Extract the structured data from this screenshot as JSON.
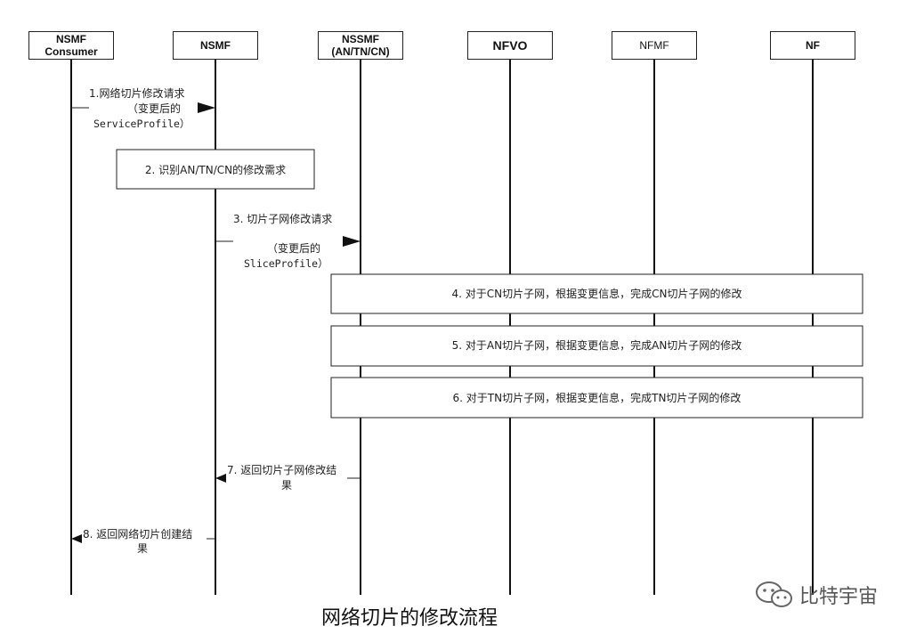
{
  "participants": [
    {
      "line1": "NSMF",
      "line2": "Consumer"
    },
    {
      "line1": "NSMF",
      "line2": ""
    },
    {
      "line1": "NSSMF",
      "line2": "(AN/TN/CN)"
    },
    {
      "line1": "NFVO",
      "line2": ""
    },
    {
      "line1": "NFMF",
      "line2": ""
    },
    {
      "line1": "NF",
      "line2": ""
    }
  ],
  "steps": {
    "s1": {
      "line1": "1.网络切片修改请求",
      "line2": "（变更后的",
      "line3": "ServiceProfile）"
    },
    "s2": {
      "text": "2. 识别AN/TN/CN的修改需求"
    },
    "s3": {
      "line1": "3. 切片子网修改请求",
      "line2": "（变更后的",
      "line3": "SliceProfile）"
    },
    "s4": {
      "text": "4. 对于CN切片子网，根据变更信息，完成CN切片子网的修改"
    },
    "s5": {
      "text": "5. 对于AN切片子网，根据变更信息，完成AN切片子网的修改"
    },
    "s6": {
      "text": "6. 对于TN切片子网，根据变更信息，完成TN切片子网的修改"
    },
    "s7": {
      "line1": "7. 返回切片子网修改结",
      "line2": "果"
    },
    "s8": {
      "line1": "8. 返回网络切片创建结",
      "line2": "果"
    }
  },
  "caption": "网络切片的修改流程",
  "watermark": {
    "text": "比特宇宙",
    "icon": "wechat-icon"
  }
}
